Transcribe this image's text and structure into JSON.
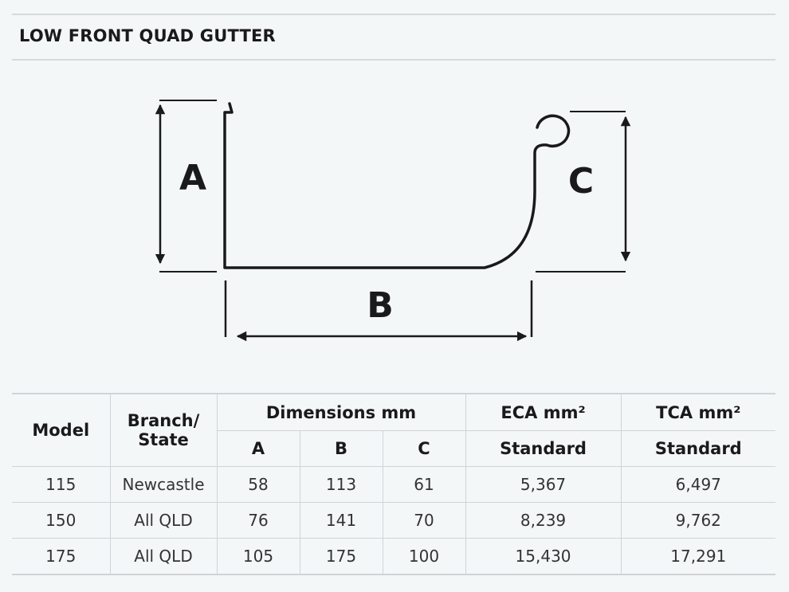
{
  "title": "LOW FRONT QUAD GUTTER",
  "diagram": {
    "label_a": "A",
    "label_b": "B",
    "label_c": "C"
  },
  "table": {
    "header": {
      "model": "Model",
      "branch_state": [
        "Branch/",
        "State"
      ],
      "dimensions": "Dimensions mm",
      "dim_a": "A",
      "dim_b": "B",
      "dim_c": "C",
      "eca": "ECA mm²",
      "tca": "TCA mm²",
      "eca_sub": "Standard",
      "tca_sub": "Standard"
    },
    "rows": [
      {
        "model": "115",
        "branch": "Newcastle",
        "a": "58",
        "b": "113",
        "c": "61",
        "eca": "5,367",
        "tca": "6,497"
      },
      {
        "model": "150",
        "branch": "All QLD",
        "a": "76",
        "b": "141",
        "c": "70",
        "eca": "8,239",
        "tca": "9,762"
      },
      {
        "model": "175",
        "branch": "All QLD",
        "a": "105",
        "b": "175",
        "c": "100",
        "eca": "15,430",
        "tca": "17,291"
      }
    ]
  }
}
